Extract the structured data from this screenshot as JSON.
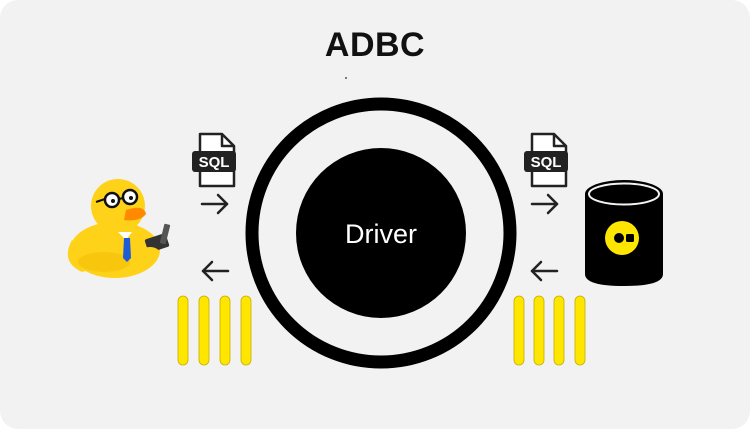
{
  "title": "ADBC",
  "center": {
    "label": "Driver"
  },
  "left_client": {
    "icon": "duck-with-laptop-icon",
    "doc_label": "SQL"
  },
  "right_database": {
    "icon": "database-cylinder-icon",
    "doc_label": "SQL"
  },
  "colors": {
    "background": "#f2f2f2",
    "ring": "#000000",
    "core": "#000000",
    "core_text": "#ffffff",
    "columns": "#ffe600",
    "duck": "#ffd21a",
    "beak": "#ff8a00"
  }
}
